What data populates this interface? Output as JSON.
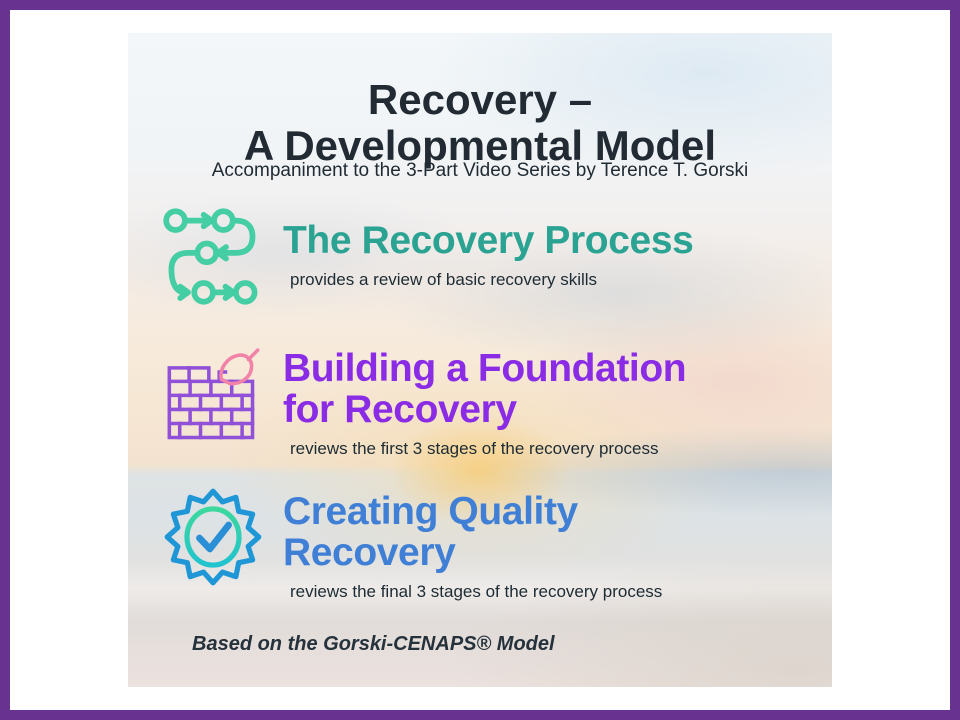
{
  "header": {
    "title_line1": "Recovery –",
    "title_line2": "A Developmental Model",
    "subtitle": "Accompaniment to the 3-Part Video Series by Terence T. Gorski"
  },
  "sections": [
    {
      "id": "the-recovery-process",
      "icon": "process-flow-icon",
      "title": "The Recovery Process",
      "title_lines": [
        "The Recovery Process"
      ],
      "description": "provides a review of basic recovery skills",
      "accent_color": "#2ba392"
    },
    {
      "id": "building-a-foundation-for-recovery",
      "icon": "brick-wall-trowel-icon",
      "title": "Building a Foundation for Recovery",
      "title_lines": [
        "Building a Foundation",
        "for Recovery"
      ],
      "description": "reviews the first 3 stages of the recovery process",
      "accent_color": "#8a2be5"
    },
    {
      "id": "creating-quality-recovery",
      "icon": "quality-badge-icon",
      "title": "Creating Quality Recovery",
      "title_lines": [
        "Creating Quality",
        "Recovery"
      ],
      "description": "reviews the final 3 stages of the recovery process",
      "accent_color": "#407fd6"
    }
  ],
  "footer": {
    "attribution": "Based on the Gorski-CENAPS® Model"
  },
  "colors": {
    "frame_purple": "#683390",
    "title_text": "#222b33",
    "body_text": "#1d2b33",
    "teal_heading": "#2ba392",
    "purple_heading": "#8a2be5",
    "blue_heading": "#407fd6",
    "icon_mint_green": "#45cda4",
    "icon_brick_purple": "#9050d8",
    "icon_trowel_pink": "#f283a8",
    "icon_badge_blue": "#1f97d6",
    "icon_badge_teal": "#2fd0ab"
  }
}
